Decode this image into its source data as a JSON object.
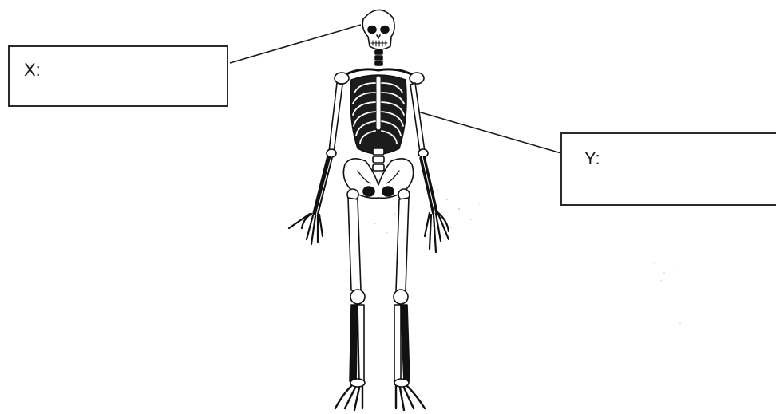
{
  "diagram": {
    "labels": [
      {
        "id": "x",
        "text": "X:"
      },
      {
        "id": "y",
        "text": "Y:"
      }
    ]
  }
}
